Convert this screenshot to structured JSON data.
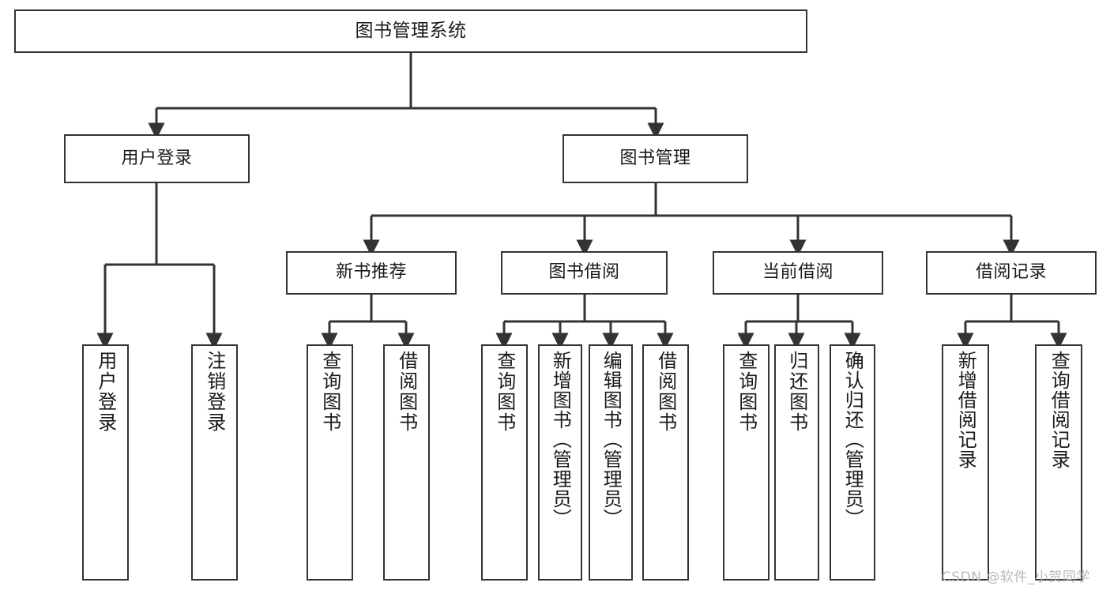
{
  "diagram": {
    "type": "tree",
    "title": "图书管理系统",
    "orientation": "top-down",
    "colors": {
      "box_border": "#333333",
      "box_fill": "#ffffff",
      "edge": "#333333",
      "text": "#1a1a1a",
      "watermark": "#b9b9b9",
      "background": "#ffffff"
    }
  },
  "root": {
    "label": "图书管理系统"
  },
  "level2": [
    {
      "label": "用户登录"
    },
    {
      "label": "图书管理"
    }
  ],
  "level3": [
    {
      "label": "新书推荐"
    },
    {
      "label": "图书借阅"
    },
    {
      "label": "当前借阅"
    },
    {
      "label": "借阅记录"
    }
  ],
  "leaves": {
    "user_login": [
      {
        "label": "用户登录"
      },
      {
        "label": "注销登录"
      }
    ],
    "new_book_recommend": [
      {
        "label": "查询图书"
      },
      {
        "label": "借阅图书"
      }
    ],
    "book_borrow": [
      {
        "label": "查询图书"
      },
      {
        "label": "新增图书（管理员）"
      },
      {
        "label": "编辑图书（管理员）"
      },
      {
        "label": "借阅图书"
      }
    ],
    "current_borrow": [
      {
        "label": "查询图书"
      },
      {
        "label": "归还图书"
      },
      {
        "label": "确认归还（管理员）"
      }
    ],
    "borrow_record": [
      {
        "label": "新增借阅记录"
      },
      {
        "label": "查询借阅记录"
      }
    ]
  },
  "watermark": {
    "text": "CSDN @软件_小贺同学"
  }
}
